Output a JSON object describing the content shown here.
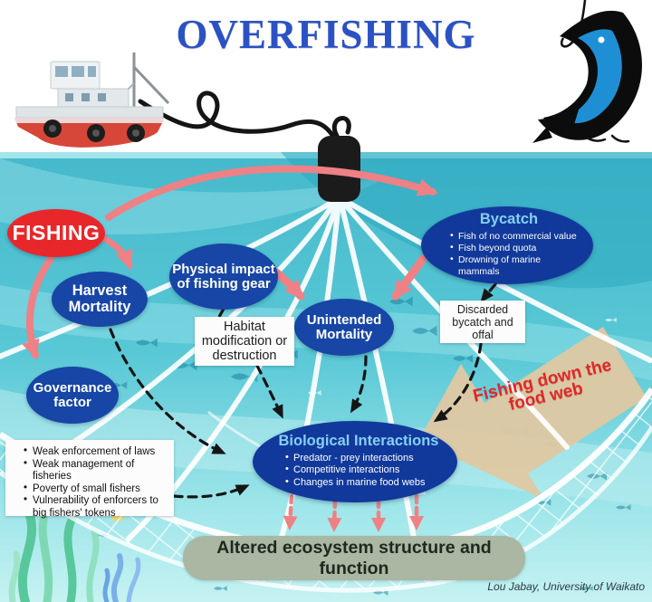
{
  "title": "OVERFISHING",
  "credit": "Lou Jabay, University of Waikato",
  "nodes": {
    "fishing": {
      "label": "FISHING"
    },
    "harvest_mortality": {
      "label": "Harvest Mortality"
    },
    "physical_impact": {
      "label": "Physical impact of fishing gear"
    },
    "unintended_mortality": {
      "label": "Unintended Mortality"
    },
    "governance_factor": {
      "label": "Governance factor"
    },
    "bycatch": {
      "title": "Bycatch",
      "bullets": [
        "Fish of no commercial value",
        "Fish beyond quota",
        "Drowning of marine mammals"
      ]
    },
    "biological_interactions": {
      "title": "Biological Interactions",
      "bullets": [
        "Predator - prey interactions",
        "Competitive interactions",
        "Changes in marine food webs"
      ]
    }
  },
  "callouts": {
    "habitat": "Habitat modification or destruction",
    "discarded": "Discarded bycatch and offal",
    "governance_issues": [
      "Weak enforcement of laws",
      "Weak management of fisheries",
      "Poverty of small fishers",
      "Vulnerability of enforcers to big fishers' tokens"
    ]
  },
  "banner": "Fishing down the food web",
  "outcome": "Altered ecosystem  structure and function",
  "icons": {
    "boat": "fishing-trawler-icon",
    "fish": "hooked-fish-icon",
    "float": "net-float-icon",
    "net": "fishing-net-icon"
  },
  "colors": {
    "title_blue": "#2b52c4",
    "node_blue": "#1746a6",
    "fishing_red": "#e8272b",
    "arrow_pink": "#ee8185",
    "banner_tan": "#dfc8a2",
    "banner_red": "#e02828",
    "outcome_green": "#a9b7a3",
    "ocean_teal": "#4fc3d3"
  }
}
